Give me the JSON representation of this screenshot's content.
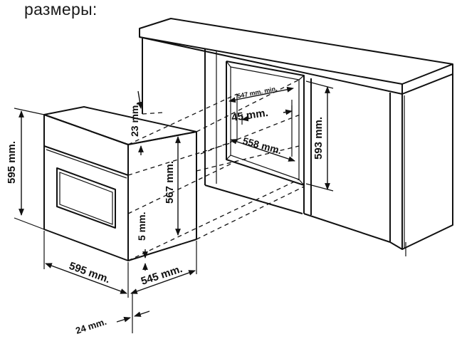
{
  "caption": "размеры:",
  "dimensions": {
    "oven_height": "595 mm.",
    "oven_width": "595 mm.",
    "oven_depth": "545 mm.",
    "door_offset": "24 mm.",
    "top_gap": "23 mm.",
    "side_height": "567 mm.",
    "bottom_gap": "5 mm.",
    "niche_min_width": "547 mm. min.",
    "niche_width": "558 mm.",
    "niche_depth": "45 mm.",
    "niche_height": "593 mm."
  }
}
